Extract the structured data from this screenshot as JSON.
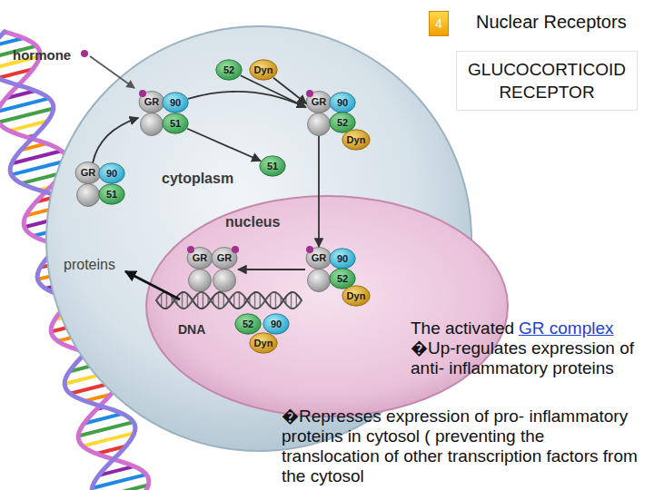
{
  "diagram": {
    "title": "Nuclear Receptors",
    "nodes": [
      {
        "text": [
          "4"
        ]
      },
      {
        "text": [
          "GLUCOCORTICOID RECEPTOR"
        ]
      },
      {
        "text": [
          "cytoplasm"
        ]
      },
      {
        "text": [
          "nucleus"
        ],
        "in": 2
      },
      {
        "text": [
          "52"
        ],
        "in": 2
      },
      {
        "text": [
          "Dyn"
        ],
        "in": 2
      },
      {
        "text": [
          "GR"
        ],
        "in": 2
      },
      {
        "text": [
          "90"
        ],
        "in": 2
      },
      {
        "text": [
          "51"
        ],
        "in": 2
      },
      {
        "text": [
          "GR"
        ],
        "in": 2
      },
      {
        "text": [
          "90"
        ],
        "in": 2
      },
      {
        "text": [
          "52"
        ],
        "in": 2
      },
      {
        "text": [
          "Dyn"
        ],
        "in": 2
      },
      {
        "text": [
          "51"
        ],
        "in": 2
      },
      {
        "text": [
          "GR"
        ],
        "in": 2
      },
      {
        "text": [
          "90"
        ],
        "in": 2
      },
      {
        "text": [
          "51"
        ],
        "in": 2
      },
      {
        "text": [
          "GR"
        ],
        "in": 3
      },
      {
        "text": [
          "GR"
        ],
        "in": 3
      },
      {
        "text": [
          "GR"
        ],
        "in": 3
      },
      {
        "text": [
          "90"
        ],
        "in": 3
      },
      {
        "text": [
          "52"
        ],
        "in": 3
      },
      {
        "text": [
          "Dyn"
        ],
        "in": 3
      },
      {
        "text": [
          "52"
        ],
        "in": 3
      },
      {
        "text": [
          "90"
        ],
        "in": 3
      },
      {
        "text": [
          "Dyn"
        ],
        "in": 3
      }
    ],
    "edges": [
      {
        "from": 14,
        "to": 6,
        "arrow": "to"
      },
      {
        "from": 7,
        "to": 9,
        "arrow": "to"
      },
      {
        "from": 4,
        "to": 9,
        "arrow": "to"
      },
      {
        "from": 5,
        "to": 9,
        "arrow": "to"
      },
      {
        "from": 8,
        "to": 13,
        "arrow": "to"
      },
      {
        "from": 9,
        "to": 19,
        "arrow": "to"
      },
      {
        "from": 19,
        "to": 18,
        "arrow": "to"
      }
    ],
    "labels": [
      "hormone",
      "proteins",
      "DNA",
      "The activated",
      "GR complex",
      "�Up-regulates expression of anti- inflammatory proteins",
      "�Represses expression of pro- inflammatory proteins in cytosol ( preventing the translocation of other transcription factors from the cytosol"
    ]
  }
}
